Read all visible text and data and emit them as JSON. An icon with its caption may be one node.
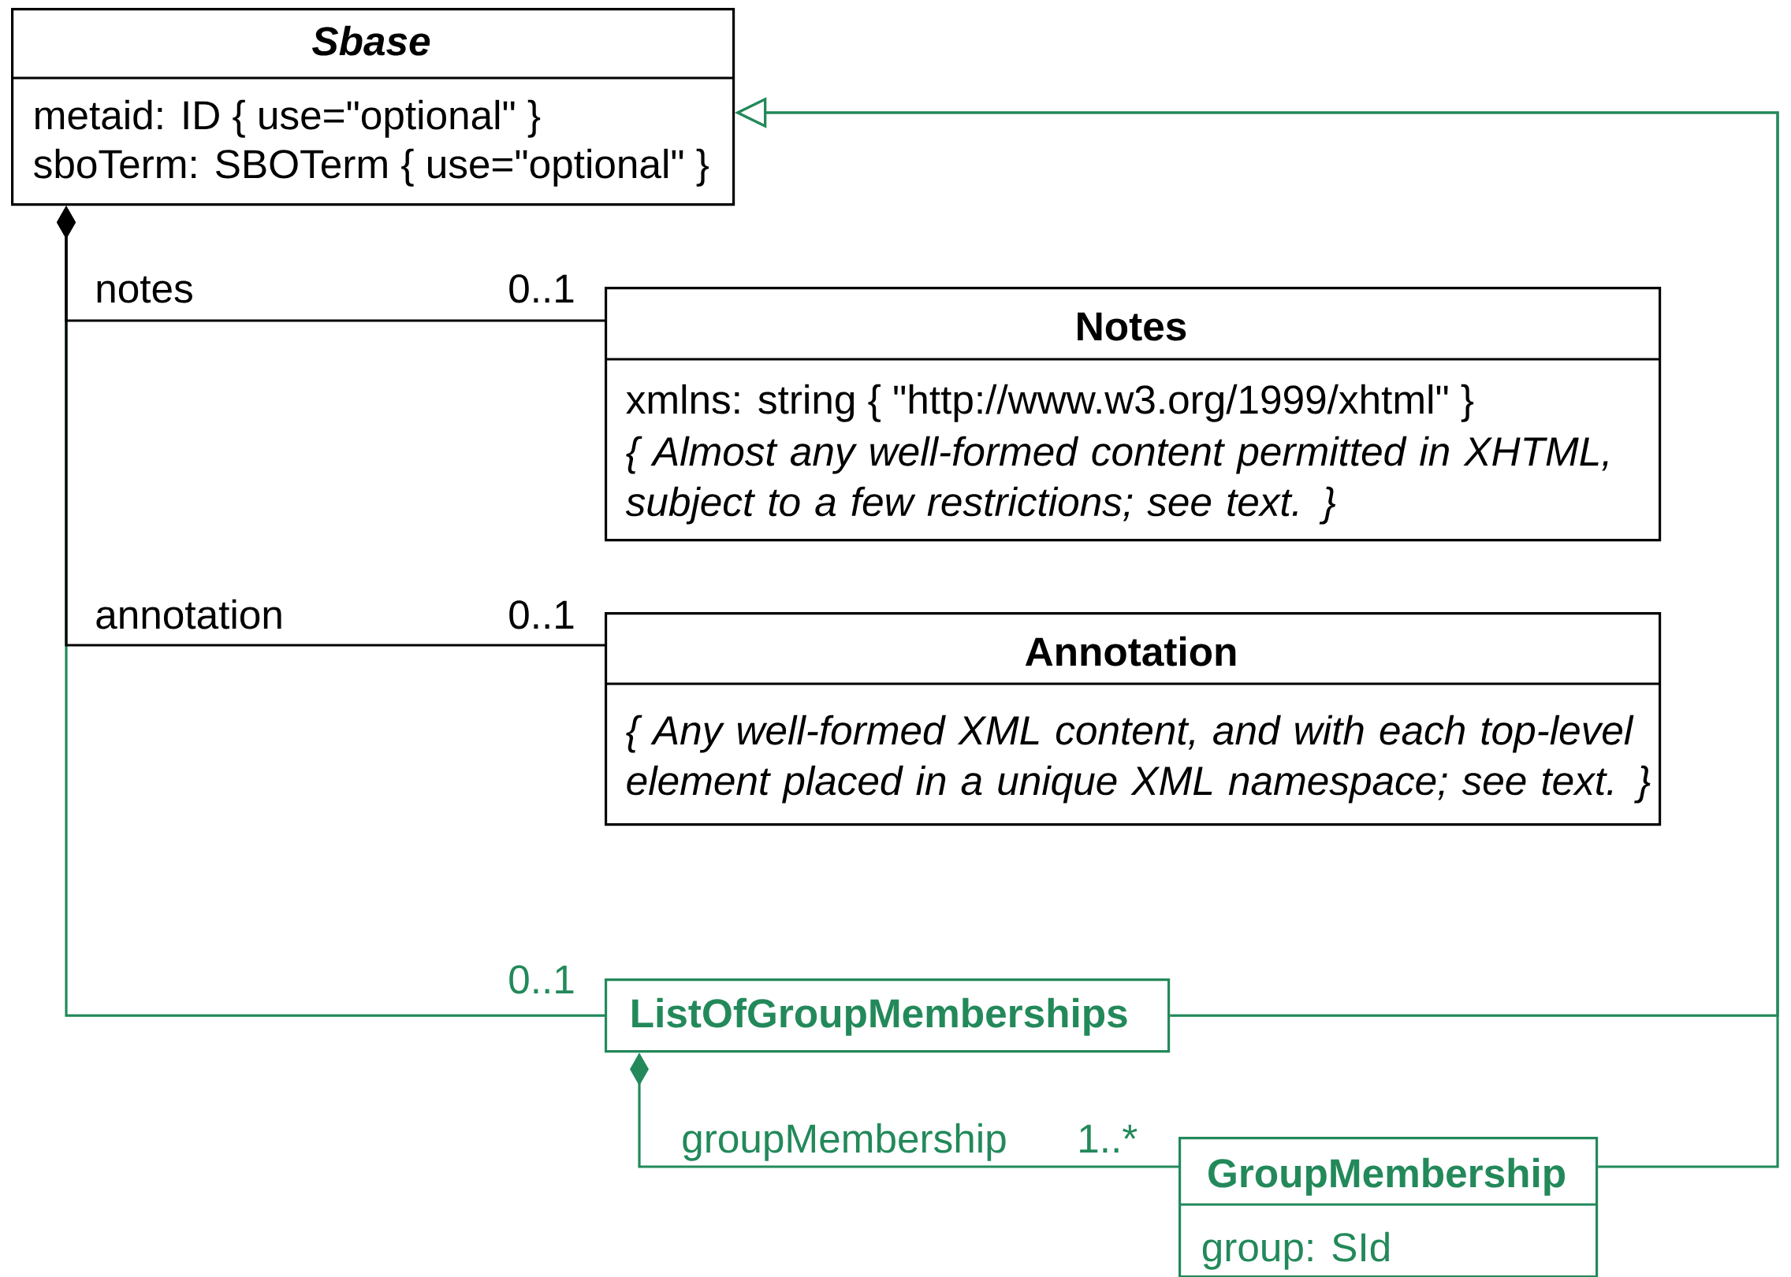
{
  "diagram": {
    "nodes": [
      {
        "text": [
          "Sbase",
          "metaid: ID  { use=\"optional\" }",
          "sboTerm: SBOTerm  { use=\"optional\" }"
        ]
      },
      {
        "text": [
          "Notes",
          "xmlns: string  { \"http://www.w3.org/1999/xhtml\" }",
          "{ Almost any well-formed content permitted in XHTML, subject to a few restrictions; see text. }"
        ]
      },
      {
        "text": [
          "Annotation",
          "{ Any well-formed XML content, and with each top-level element placed in a unique XML namespace; see text. }"
        ]
      },
      {
        "text": [
          "ListOfGroupMemberships"
        ]
      },
      {
        "text": [
          "GroupMembership",
          "group: SId"
        ]
      }
    ],
    "edges": [
      {
        "from": 0,
        "to": 1,
        "arrow": "other",
        "label": "notes",
        "color": "#000000"
      },
      {
        "from": 0,
        "to": 2,
        "arrow": "other",
        "label": "annotation",
        "color": "#000000"
      },
      {
        "from": 0,
        "to": 3,
        "arrow": "other",
        "color": "#23895a"
      },
      {
        "from": 3,
        "to": 4,
        "arrow": "other",
        "label": "groupMembership",
        "color": "#23895a"
      },
      {
        "from": 3,
        "to": 0,
        "arrow": "to",
        "color": "#23895a"
      },
      {
        "from": 4,
        "to": 0,
        "arrow": "to",
        "color": "#23895a"
      }
    ],
    "labels": [
      "0..1",
      "0..1",
      "0..1",
      "1..*"
    ]
  }
}
